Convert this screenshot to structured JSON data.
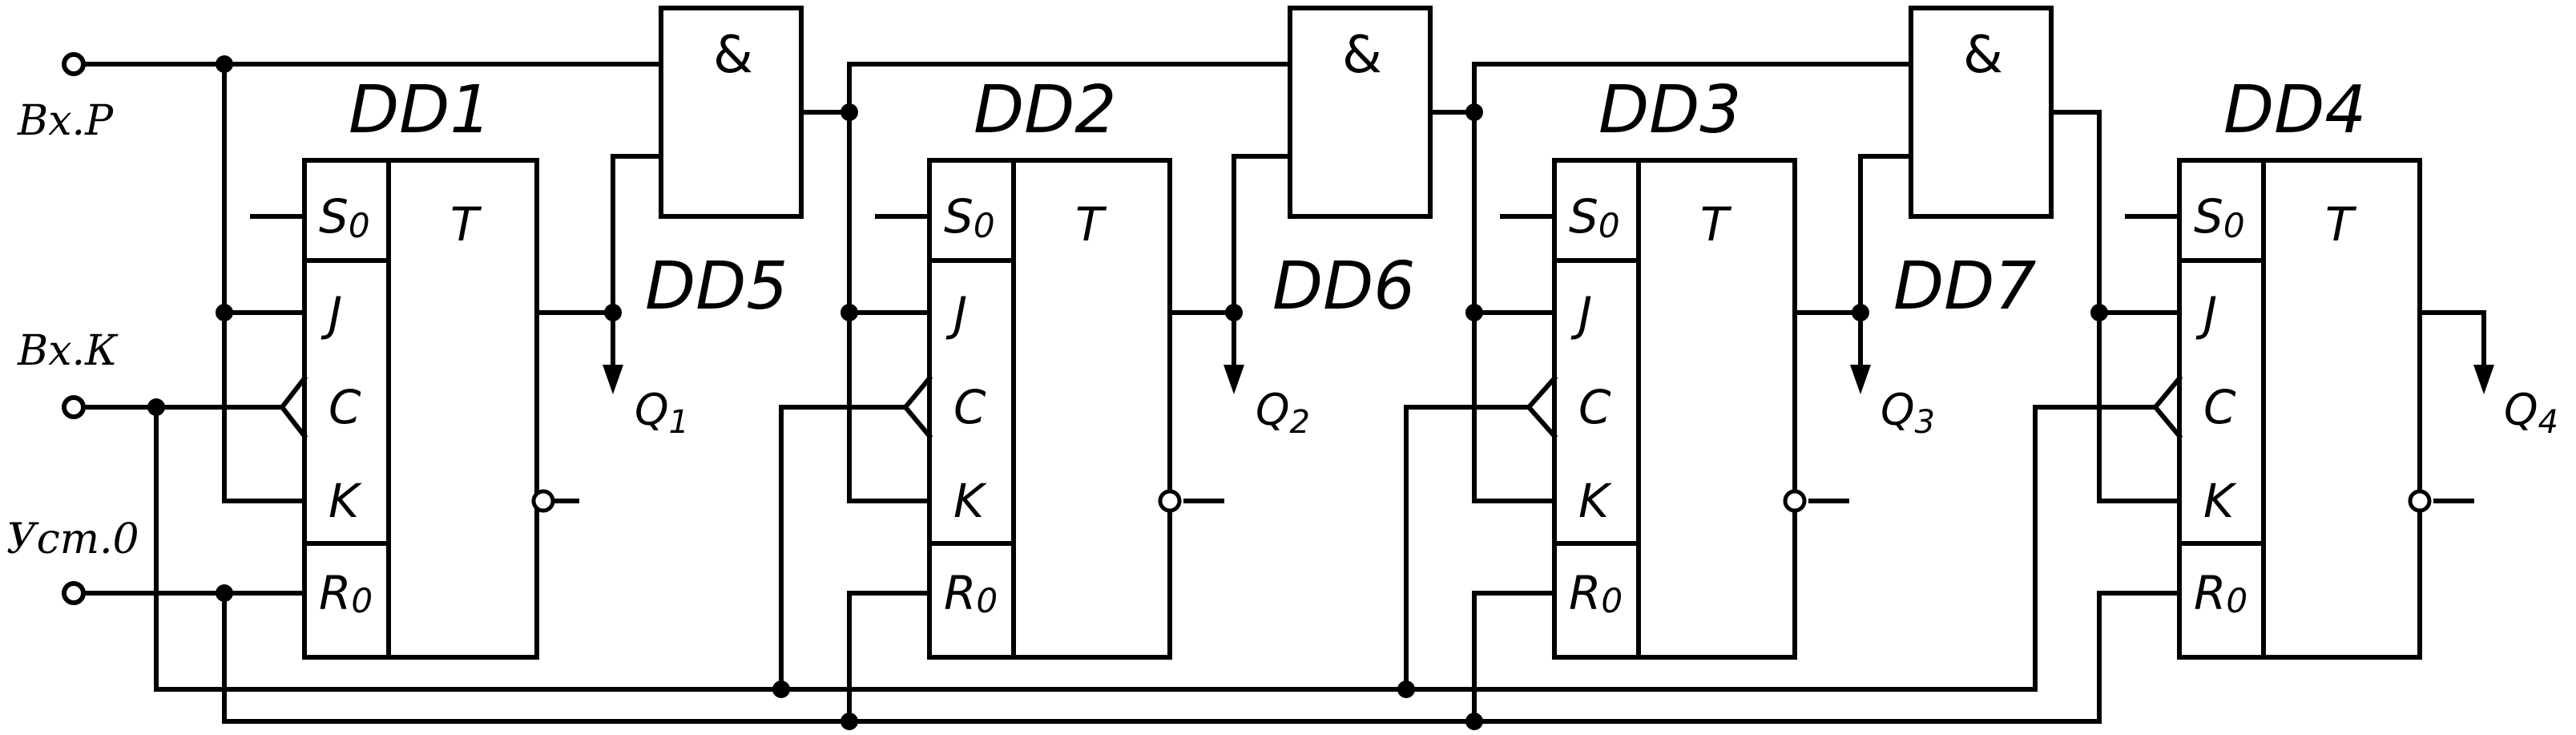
{
  "inputs": {
    "p": "Вх.Р",
    "k": "Вх.К",
    "reset": "Уст.0"
  },
  "flipflops": [
    {
      "name": "DD1",
      "kind": "T",
      "pins": {
        "s": "S",
        "s_sub": "0",
        "j": "J",
        "c": "C",
        "k": "K",
        "r": "R",
        "r_sub": "0"
      }
    },
    {
      "name": "DD2",
      "kind": "T",
      "pins": {
        "s": "S",
        "s_sub": "0",
        "j": "J",
        "c": "C",
        "k": "K",
        "r": "R",
        "r_sub": "0"
      }
    },
    {
      "name": "DD3",
      "kind": "T",
      "pins": {
        "s": "S",
        "s_sub": "0",
        "j": "J",
        "c": "C",
        "k": "K",
        "r": "R",
        "r_sub": "0"
      }
    },
    {
      "name": "DD4",
      "kind": "T",
      "pins": {
        "s": "S",
        "s_sub": "0",
        "j": "J",
        "c": "C",
        "k": "K",
        "r": "R",
        "r_sub": "0"
      }
    }
  ],
  "gates": [
    {
      "name": "DD5",
      "symbol": "&"
    },
    {
      "name": "DD6",
      "symbol": "&"
    },
    {
      "name": "DD7",
      "symbol": "&"
    }
  ],
  "outputs": [
    {
      "letter": "Q",
      "index": "1"
    },
    {
      "letter": "Q",
      "index": "2"
    },
    {
      "letter": "Q",
      "index": "3"
    },
    {
      "letter": "Q",
      "index": "4"
    }
  ]
}
